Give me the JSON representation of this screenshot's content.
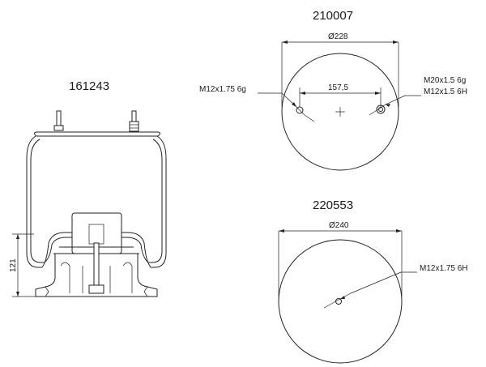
{
  "part_airspring": {
    "number": "161243",
    "height_dim": "121"
  },
  "plate_top": {
    "number": "210007",
    "diameter": "Ø228",
    "hole_spacing": "157,5",
    "thread_left": "M12x1.75 6g",
    "thread_right_1": "M20x1.5 6g",
    "thread_right_2": "M12x1.5 6H"
  },
  "plate_bottom": {
    "number": "220553",
    "diameter": "Ø240",
    "thread": "M12x1.75 6H"
  }
}
